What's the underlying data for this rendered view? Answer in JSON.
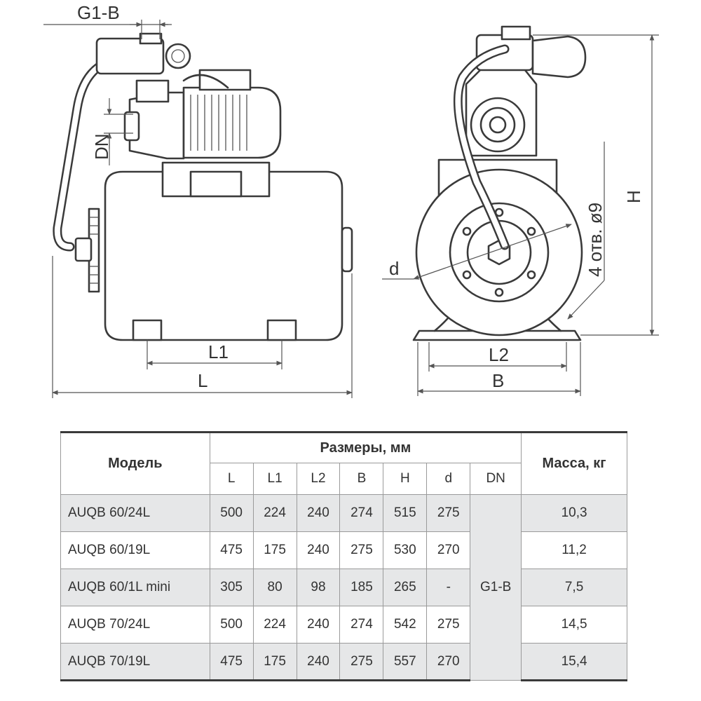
{
  "drawing": {
    "labels": {
      "g1b": "G1-B",
      "dn": "DN",
      "l1": "L1",
      "l": "L",
      "d": "d",
      "holes": "4 отв. ø9",
      "h": "H",
      "l2": "L2",
      "b": "B"
    }
  },
  "table": {
    "model_header": "Модель",
    "dims_header": "Размеры, мм",
    "mass_header": "Масса, кг",
    "columns": [
      "L",
      "L1",
      "L2",
      "B",
      "H",
      "d",
      "DN"
    ],
    "dn_value": "G1-B",
    "rows": [
      {
        "model": "AUQB 60/24L",
        "L": "500",
        "L1": "224",
        "L2": "240",
        "B": "274",
        "H": "515",
        "d": "275",
        "mass": "10,3"
      },
      {
        "model": "AUQB 60/19L",
        "L": "475",
        "L1": "175",
        "L2": "240",
        "B": "275",
        "H": "530",
        "d": "270",
        "mass": "11,2"
      },
      {
        "model": "AUQB 60/1L mini",
        "L": "305",
        "L1": "80",
        "L2": "98",
        "B": "185",
        "H": "265",
        "d": "-",
        "mass": "7,5"
      },
      {
        "model": "AUQB 70/24L",
        "L": "500",
        "L1": "224",
        "L2": "240",
        "B": "274",
        "H": "542",
        "d": "275",
        "mass": "14,5"
      },
      {
        "model": "AUQB 70/19L",
        "L": "475",
        "L1": "175",
        "L2": "240",
        "B": "275",
        "H": "557",
        "d": "270",
        "mass": "15,4"
      }
    ]
  }
}
